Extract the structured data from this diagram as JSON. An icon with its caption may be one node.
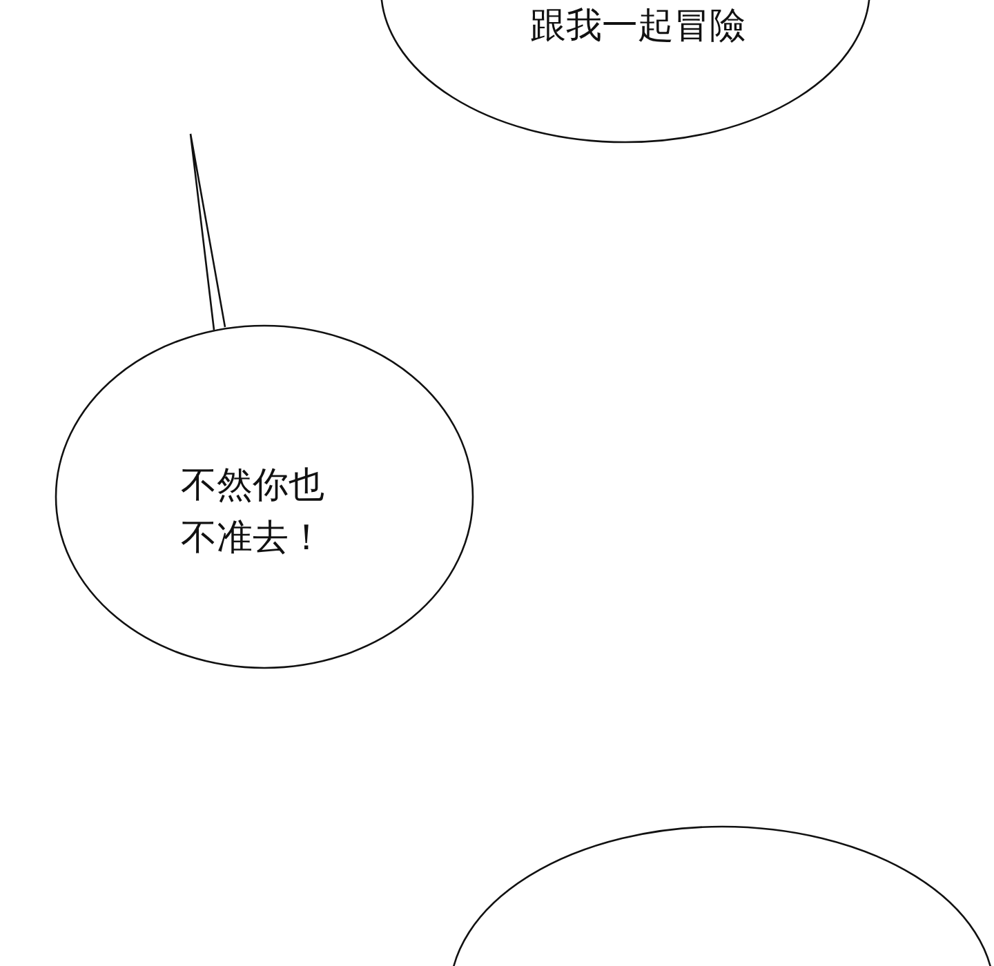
{
  "diagram": {
    "nodes": [
      {
        "text": [
          "跟我一起冒險"
        ]
      },
      {
        "text": [
          "不然你也不准去！"
        ]
      },
      {
        "text": [],
        "shape": "ellipse"
      }
    ]
  }
}
